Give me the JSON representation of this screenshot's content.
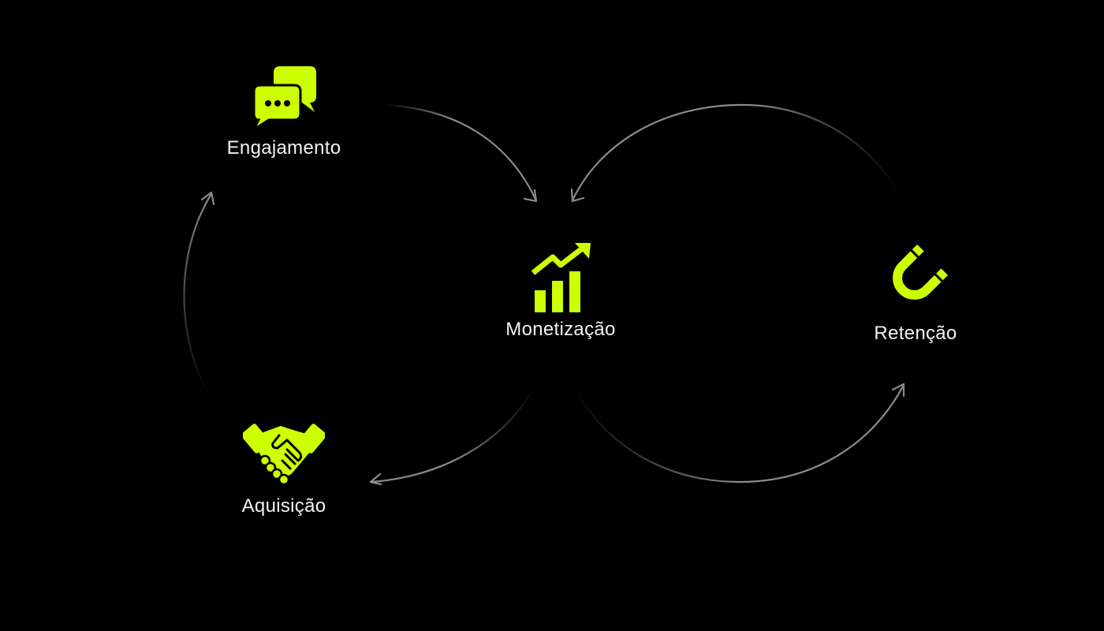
{
  "diagram": {
    "nodes": {
      "engajamento": {
        "label": "Engajamento",
        "icon": "chat-bubbles-icon"
      },
      "monetizacao": {
        "label": "Monetização",
        "icon": "growth-chart-icon"
      },
      "retencao": {
        "label": "Retenção",
        "icon": "magnet-icon"
      },
      "aquisicao": {
        "label": "Aquisição",
        "icon": "handshake-icon"
      }
    },
    "flow": [
      [
        "aquisicao",
        "engajamento"
      ],
      [
        "engajamento",
        "monetizacao"
      ],
      [
        "monetizacao",
        "aquisicao"
      ],
      [
        "monetizacao",
        "retencao"
      ],
      [
        "retencao",
        "monetizacao"
      ]
    ],
    "colors": {
      "background": "#000000",
      "accent": "#ccff00",
      "text": "#f2f2f2",
      "arrow": "#8a8a8a"
    }
  }
}
